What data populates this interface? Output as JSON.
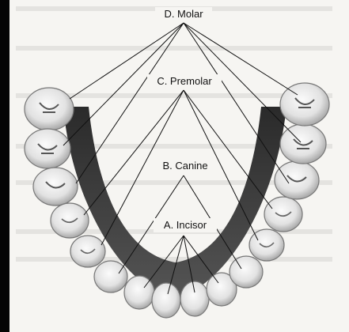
{
  "labels": {
    "molar": "D. Molar",
    "premolar": "C. Premolar",
    "canine": "B. Canine",
    "incisor": "A. Incisor"
  },
  "colors": {
    "background": "#f6f5f2",
    "border": "#050505",
    "tooth_fill": "#e9e9e9",
    "tooth_shadow": "#8f8f8f",
    "gum": "#3a3a3a",
    "line": "#111111"
  }
}
